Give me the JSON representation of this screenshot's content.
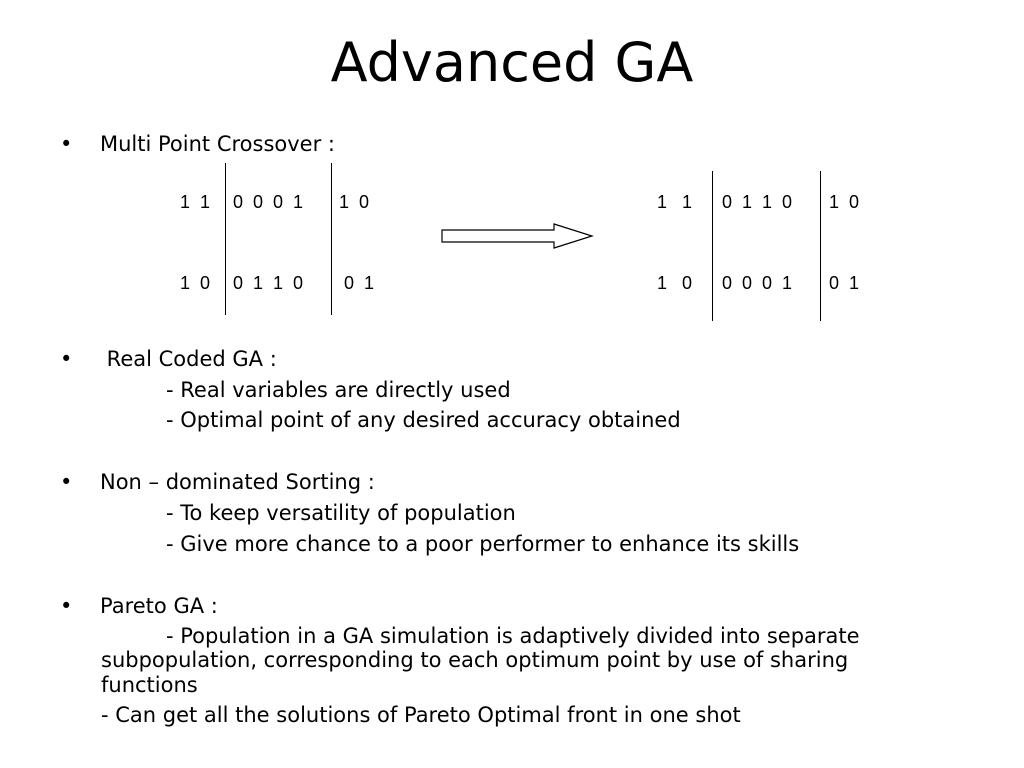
{
  "slide": {
    "title": "Advanced GA",
    "bullet_symbol": "•"
  },
  "crossover": {
    "label": "Multi Point Crossover :",
    "parents": [
      {
        "segments": [
          "1  1",
          "0  0  0  1",
          "1  0"
        ]
      },
      {
        "segments": [
          "1  0",
          "0  1  1  0",
          " 0  1"
        ]
      }
    ],
    "offspring": [
      {
        "segments": [
          "1   1",
          "0  1  1  0",
          "1  0"
        ]
      },
      {
        "segments": [
          "1   0",
          "0  0  0  1",
          "0  1"
        ]
      }
    ]
  },
  "real_coded": {
    "label": " Real Coded GA :",
    "points": [
      "- Real variables are directly used",
      "- Optimal point of any desired accuracy obtained"
    ]
  },
  "non_dominated": {
    "label": "Non – dominated Sorting :",
    "points": [
      "- To keep versatility of population",
      "- Give more chance to a poor performer to enhance its skills"
    ]
  },
  "pareto": {
    "label": "Pareto GA :",
    "point1_first_line": "- Population in a GA simulation is adaptively divided into separate",
    "point1_second_line": "subpopulation, corresponding to each optimum point by use of sharing",
    "point1_third_line": "functions",
    "point2": "- Can get all the solutions of Pareto Optimal front in one shot"
  }
}
